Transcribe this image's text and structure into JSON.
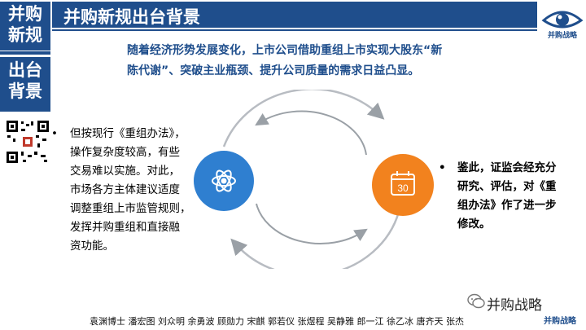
{
  "sidebar": {
    "block1": [
      "并购",
      "新规"
    ],
    "block2": [
      "出台",
      "背景"
    ]
  },
  "header": {
    "title": "并购新规出台背景",
    "logo_text": "并购战略"
  },
  "intro": {
    "line1": "随着经济形势发展变化，上市公司借助重组上市实现大股东“新",
    "line2": "陈代谢”、突破主业瓶颈、提升公司质量的需求日益凸显。"
  },
  "left_point": {
    "bullet": "•",
    "lines": [
      "但按现行《重组办法》，",
      "操作复杂度较高，有些",
      "交易难以实施。对此，",
      "市场各方主体建议适度",
      "调整重组上市监管规则，",
      "发挥并购重组和直接融",
      "资功能。"
    ]
  },
  "right_point": {
    "bullet": "•",
    "lines": [
      "鉴此，证监会经充分",
      "研究、评估，对《重",
      "组办法》作了进一步",
      "修改。"
    ]
  },
  "calendar_number": "30",
  "footer": {
    "brand": "并购战略",
    "names": "袁渊博士 潘宏图 刘众明 余勇波 顾勋力 宋麒 郭若仪 张煜程 吴静雅 郎一江 徐乙冰 唐齐天 张杰",
    "logo_text": "并购战略"
  },
  "colors": {
    "navy": "#1f4e8c",
    "blue_circle": "#2f7fd0",
    "orange_circle": "#f2821e"
  }
}
